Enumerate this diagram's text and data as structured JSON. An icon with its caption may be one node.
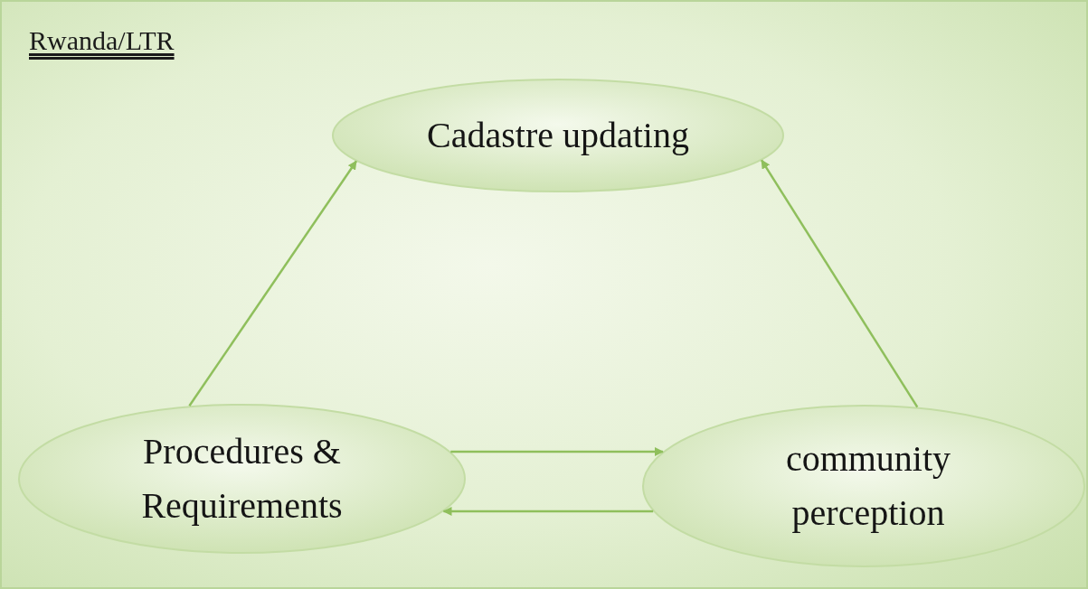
{
  "diagram": {
    "title": "Rwanda/LTR",
    "nodes": [
      {
        "text": [
          "Cadastre updating"
        ]
      },
      {
        "text": [
          "Procedures & Requirements"
        ]
      },
      {
        "text": [
          "community perception"
        ]
      }
    ],
    "edges": [
      {
        "from": 1,
        "to": 0,
        "arrow": "to"
      },
      {
        "from": 2,
        "to": 0,
        "arrow": "to"
      },
      {
        "from": 1,
        "to": 2,
        "arrow": "to"
      },
      {
        "from": 2,
        "to": 1,
        "arrow": "to"
      }
    ]
  }
}
